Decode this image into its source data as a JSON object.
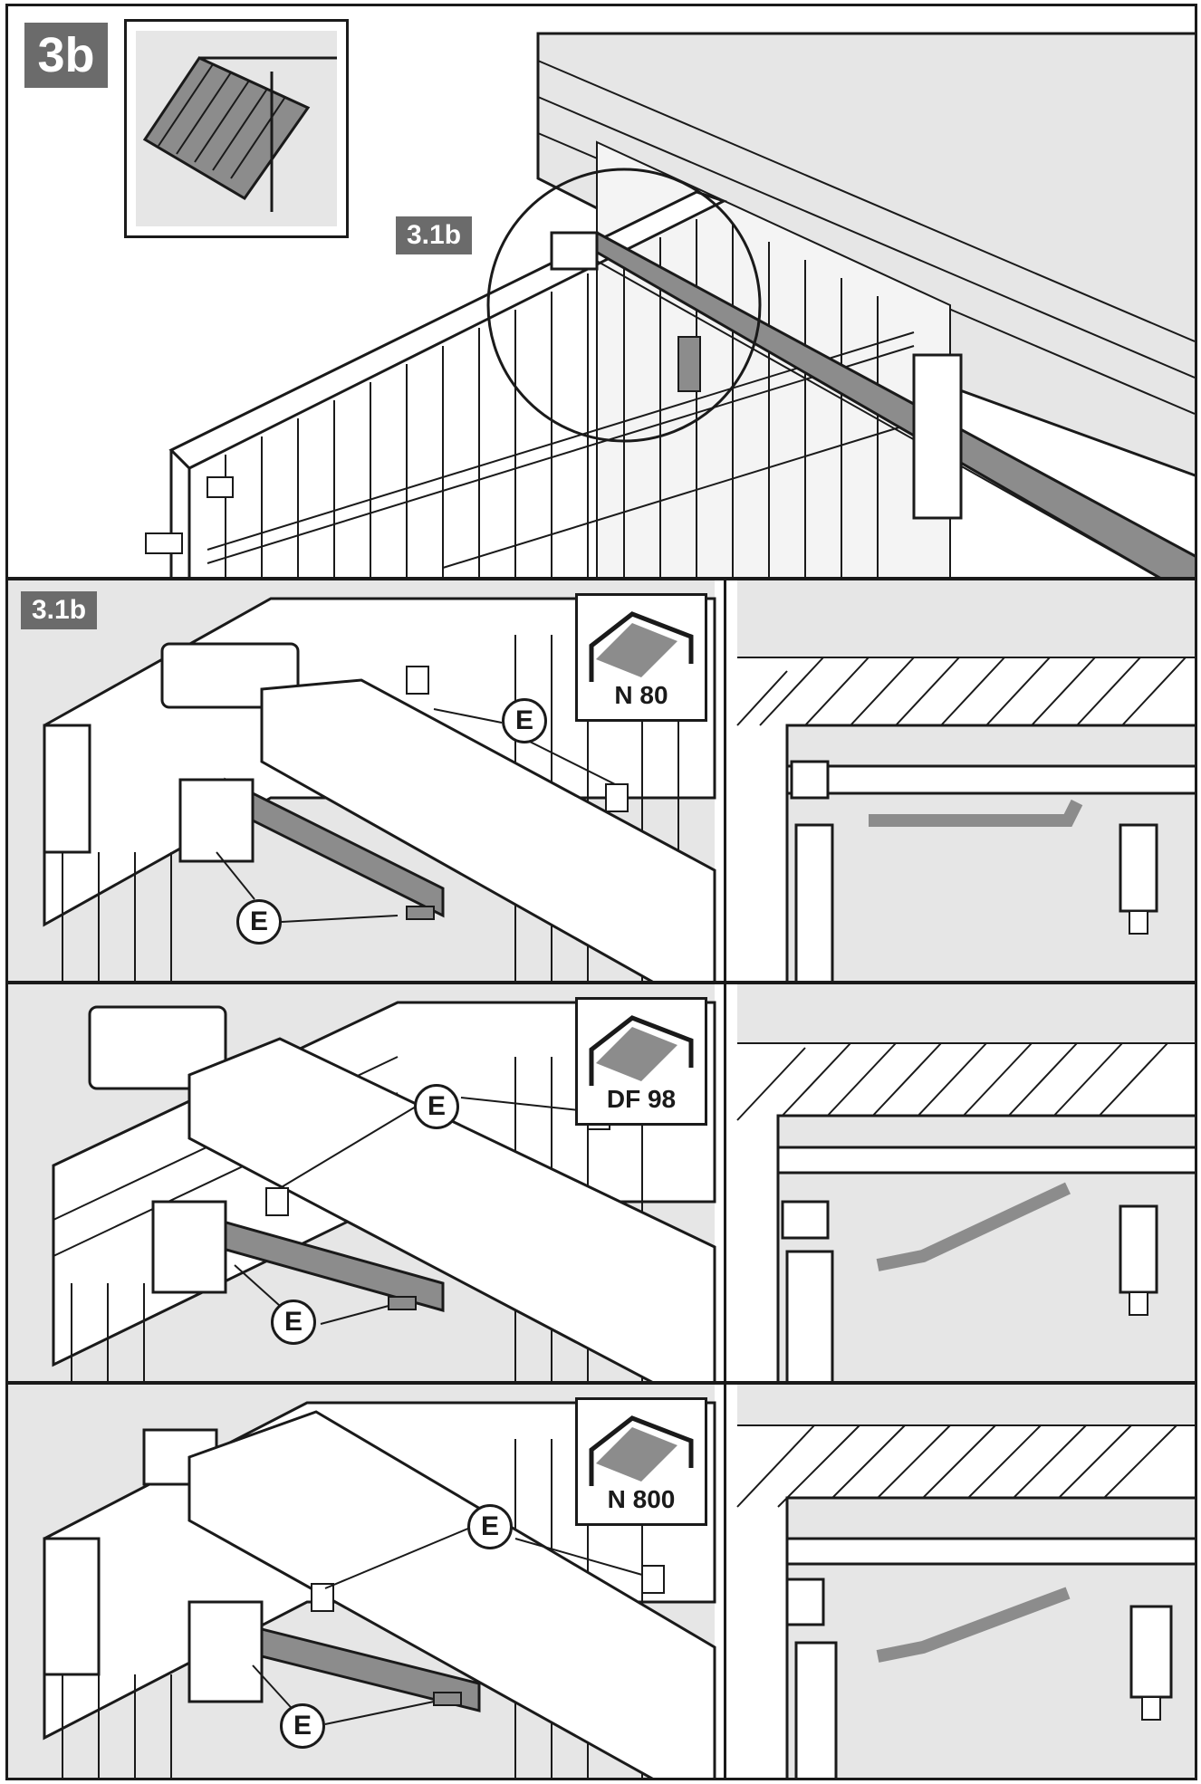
{
  "figure": {
    "step_label": "3b",
    "detail_label": "3.1b",
    "detail_label_top": "3.1b"
  },
  "rows": [
    {
      "type_label": "N 80",
      "callout": "E"
    },
    {
      "type_label": "DF 98",
      "callout": "E"
    },
    {
      "type_label": "N 800",
      "callout": "E"
    }
  ],
  "colors": {
    "line": "#1a1a1a",
    "wall": "#e6e6e6",
    "rail": "#8c8c8c",
    "badge": "#6b6b6b"
  }
}
